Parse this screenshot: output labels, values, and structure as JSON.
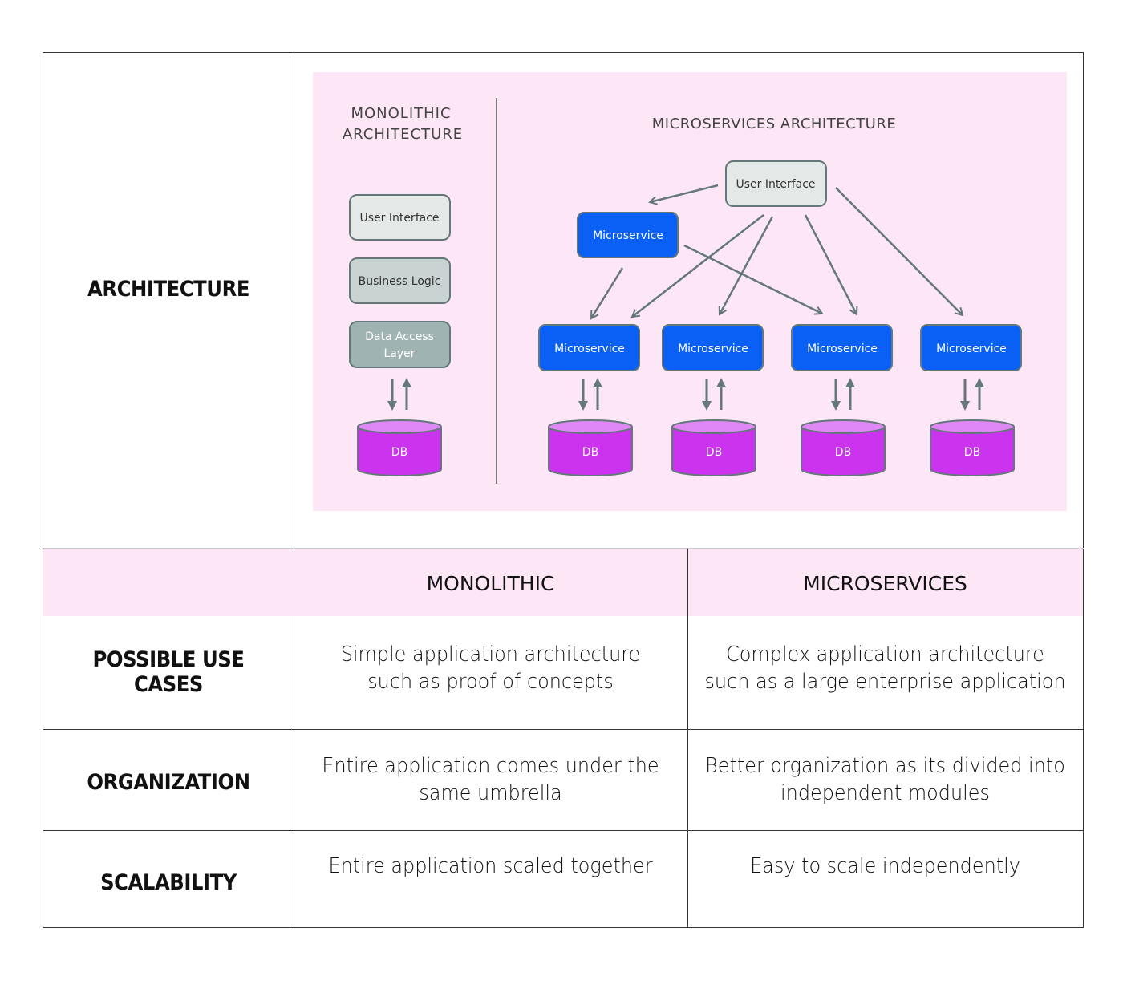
{
  "rows": {
    "architecture": "ARCHITECTURE",
    "use_cases": "POSSIBLE USE CASES",
    "organization": "ORGANIZATION",
    "scalability": "SCALABILITY"
  },
  "header": {
    "monolithic": "MONOLITHIC",
    "microservices": "MICROSERVICES"
  },
  "cells": {
    "use_cases_mono": [
      "Simple application architecture",
      "such as proof of concepts"
    ],
    "use_cases_micro": [
      "Complex application architecture",
      "such as a large enterprise application"
    ],
    "organization_mono": [
      "Entire application comes under the",
      "same umbrella"
    ],
    "organization_micro": [
      "Better organization as its divided into",
      "independent modules"
    ],
    "scalability_mono": "Entire application scaled together",
    "scalability_micro": "Easy to scale independently"
  },
  "diagram": {
    "mono_title": [
      "MONOLITHIC",
      "ARCHITECTURE"
    ],
    "micro_title": "MICROSERVICES ARCHITECTURE",
    "mono_layers": {
      "ui": "User Interface",
      "logic": "Business Logic",
      "data": [
        "Data Access",
        "Layer"
      ]
    },
    "ui": "User Interface",
    "microservice": "Microservice",
    "db": "DB",
    "colors": {
      "background": "#fde6f5",
      "microservice": "#0a5ff5",
      "db": "#cc33ee",
      "db_top": "#df88f5",
      "ui": "#e4e8e7",
      "logic": "#c9d3d2",
      "data": "#9fb3b2",
      "arrow": "#64777a"
    }
  },
  "colors": {
    "header_bg": "#fde6f5"
  }
}
